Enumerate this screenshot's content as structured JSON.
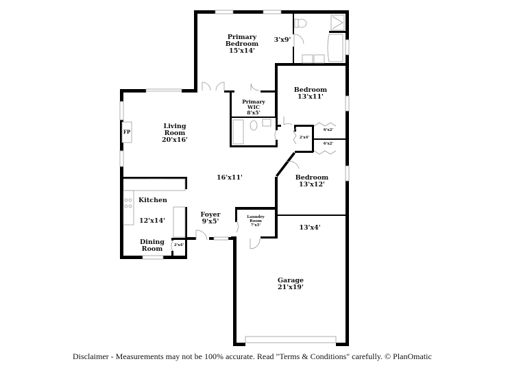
{
  "floorplan": {
    "rooms": [
      {
        "id": "primary-bedroom",
        "name": "Primary\nBedroom",
        "name_line1": "Primary",
        "name_line2": "Bedroom",
        "dims": "15'x14'"
      },
      {
        "id": "primary-bath",
        "name": "",
        "dims": "3'x9'"
      },
      {
        "id": "bedroom-2",
        "name_line1": "Bedroom",
        "dims": "13'x11'"
      },
      {
        "id": "primary-wic",
        "name_line1": "Primary",
        "name_line2": "WIC",
        "dims": "8'x5'"
      },
      {
        "id": "living-room",
        "name_line1": "Living",
        "name_line2": "Room",
        "dims": "20'x16'"
      },
      {
        "id": "fireplace",
        "name_line1": "FP"
      },
      {
        "id": "closet-small",
        "dims": "2'x4'"
      },
      {
        "id": "closet-a",
        "dims": "6'x2'"
      },
      {
        "id": "closet-b",
        "dims": "6'x2'"
      },
      {
        "id": "hallway",
        "dims": "16'x11'"
      },
      {
        "id": "bedroom-3",
        "name_line1": "Bedroom",
        "dims": "13'x12'"
      },
      {
        "id": "kitchen",
        "name_line1": "Kitchen",
        "dims": "12'x14'"
      },
      {
        "id": "foyer",
        "name_line1": "Foyer",
        "dims": "9'x5'"
      },
      {
        "id": "laundry-room",
        "name_line1": "Laundry",
        "name_line2": "Room",
        "dims": "7'x5'"
      },
      {
        "id": "storage",
        "dims": "13'x4'"
      },
      {
        "id": "dining-room",
        "name_line1": "Dining",
        "name_line2": "Room"
      },
      {
        "id": "pantry",
        "dims": "2'x4'"
      },
      {
        "id": "garage",
        "name_line1": "Garage",
        "dims": "21'x19'"
      }
    ]
  },
  "footer": {
    "disclaimer": "Disclaimer - Measurements may not be 100% accurate. Read \"Terms & Conditions\" carefully. © PlanOmatic"
  },
  "colors": {
    "wall": "#000000",
    "fixture": "#999999",
    "background": "#ffffff"
  }
}
